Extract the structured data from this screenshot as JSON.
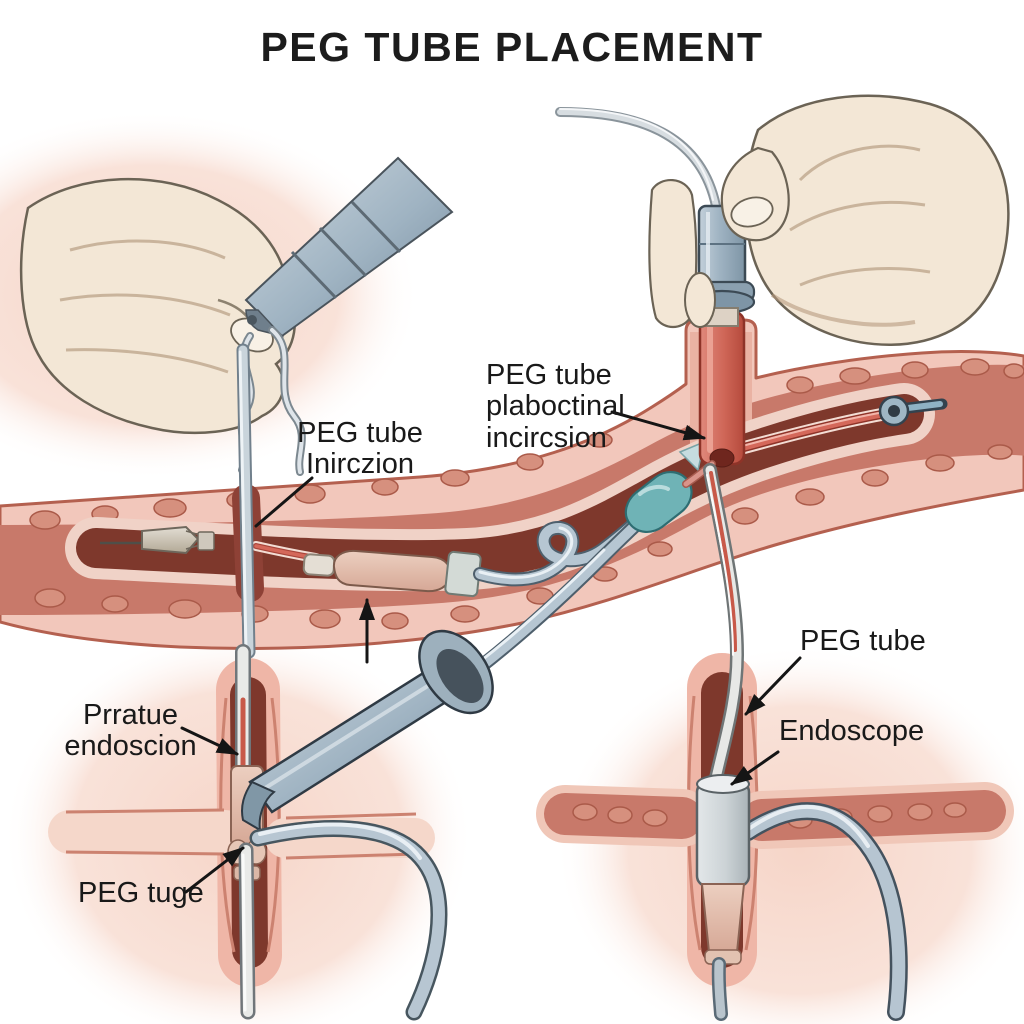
{
  "header": {
    "title": "PEG TUBE PLACEMENT"
  },
  "labels": [
    {
      "id": "peg-tube-insertion",
      "text": "PEG tube\nInirczion"
    },
    {
      "id": "peg-tube-abdominal-incision",
      "text": "PEG tube\nplaboctinal\nincircsion"
    },
    {
      "id": "peg-tube-right",
      "text": "PEG tube"
    },
    {
      "id": "endoscope",
      "text": "Endoscope"
    },
    {
      "id": "percutaneous-endoscopy",
      "text": "Prratue\nendoscion"
    },
    {
      "id": "peg-tube-bottom",
      "text": "PEG tuge"
    }
  ],
  "palette": {
    "skin": "#f3e7d6",
    "tissue_light": "#f2c7bb",
    "tissue_mid": "#c8796a",
    "tissue_mottle": "#d6907e",
    "tissue_deep": "#b4604f",
    "lumen_dark": "#7e382c",
    "instrument_steel": "#9fb3c2",
    "instrument_dark": "#3c4a55",
    "teal_connector": "#6fb3b6",
    "tube_red": "#c85949",
    "label_ink": "#191919"
  }
}
